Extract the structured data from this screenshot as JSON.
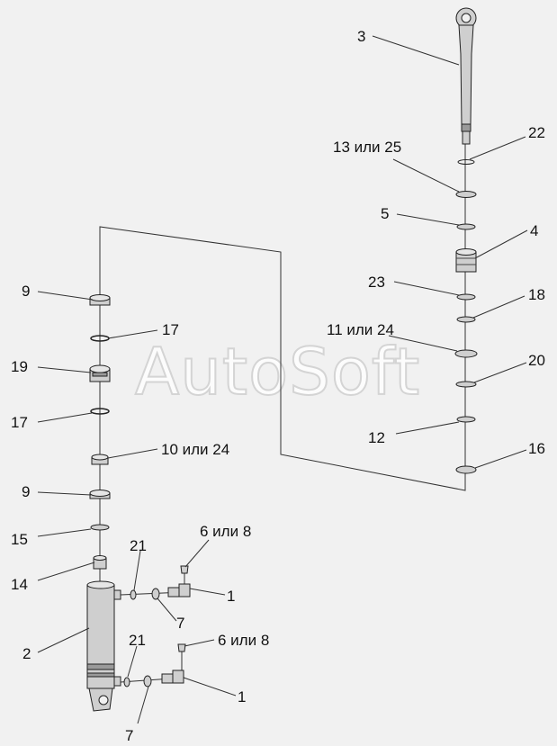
{
  "watermark": "AutoSoft",
  "callouts": [
    {
      "id": "c3",
      "text": "3"
    },
    {
      "id": "c22",
      "text": "22"
    },
    {
      "id": "c13",
      "text": "13 или 25"
    },
    {
      "id": "c5",
      "text": "5"
    },
    {
      "id": "c4",
      "text": "4"
    },
    {
      "id": "c23",
      "text": "23"
    },
    {
      "id": "c18",
      "text": "18"
    },
    {
      "id": "c11",
      "text": "11 или 24"
    },
    {
      "id": "c20",
      "text": "20"
    },
    {
      "id": "c12",
      "text": "12"
    },
    {
      "id": "c16",
      "text": "16"
    },
    {
      "id": "c9a",
      "text": "9"
    },
    {
      "id": "c17a",
      "text": "17"
    },
    {
      "id": "c19",
      "text": "19"
    },
    {
      "id": "c17b",
      "text": "17"
    },
    {
      "id": "c10",
      "text": "10 или 24"
    },
    {
      "id": "c9b",
      "text": "9"
    },
    {
      "id": "c15",
      "text": "15"
    },
    {
      "id": "c14",
      "text": "14"
    },
    {
      "id": "c21a",
      "text": "21"
    },
    {
      "id": "c6a",
      "text": "6 или 8"
    },
    {
      "id": "c1a",
      "text": "1"
    },
    {
      "id": "c7a",
      "text": "7"
    },
    {
      "id": "c2",
      "text": "2"
    },
    {
      "id": "c21b",
      "text": "21"
    },
    {
      "id": "c6b",
      "text": "6 или 8"
    },
    {
      "id": "c1b",
      "text": "1"
    },
    {
      "id": "c7b",
      "text": "7"
    }
  ]
}
